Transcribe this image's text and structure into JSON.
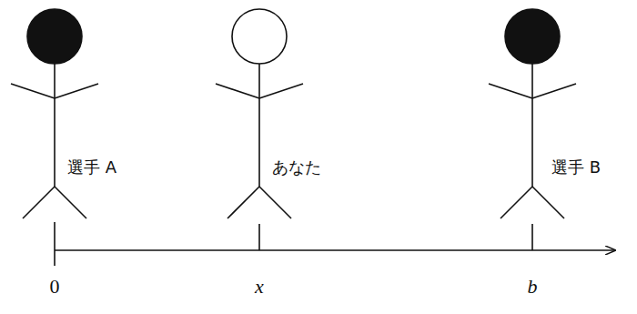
{
  "diagram": {
    "labels": [
      "選手 A",
      "あなた",
      "選手 B",
      "0",
      "x",
      "b"
    ]
  }
}
